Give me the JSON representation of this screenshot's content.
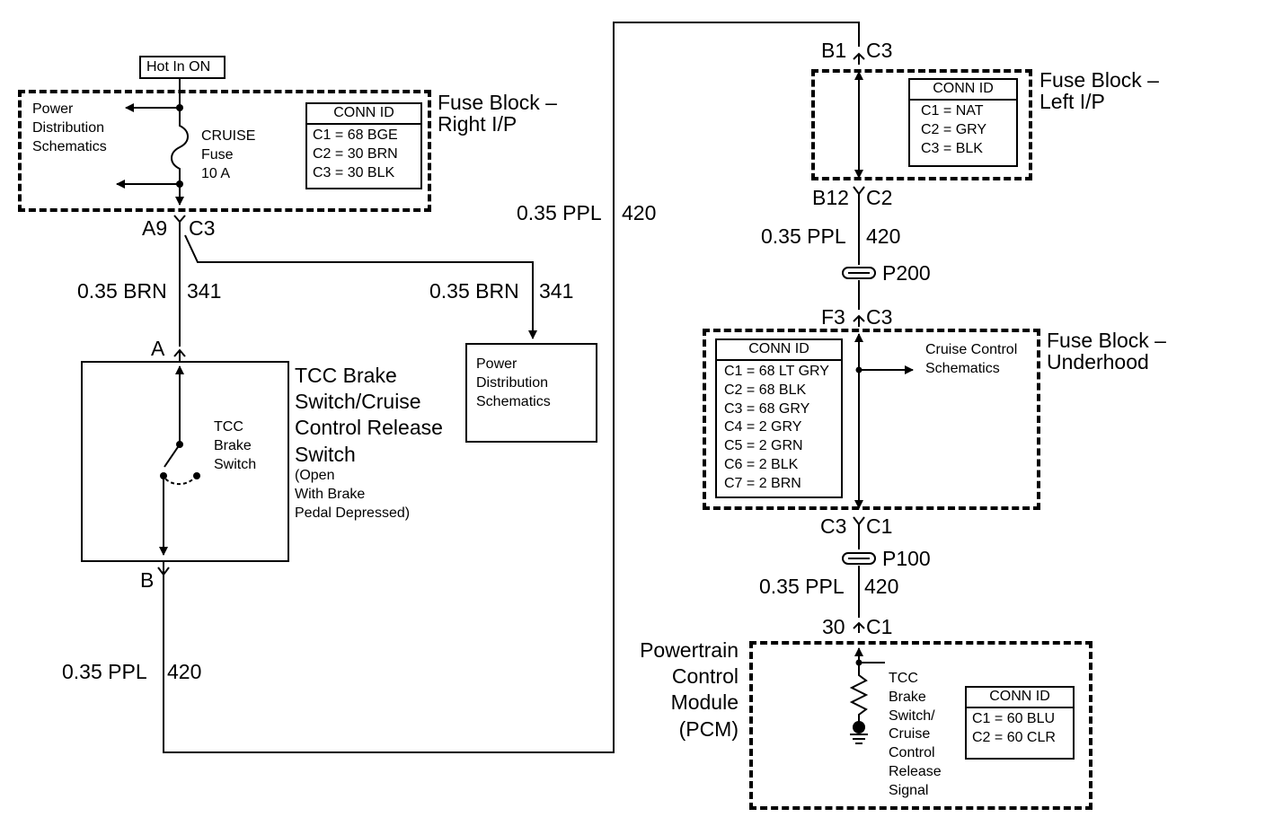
{
  "hot_label": "Hot In ON",
  "fuse_block_rip": {
    "title_line1": "Fuse Block –",
    "title_line2": "Right I/P",
    "pd_line1": "Power",
    "pd_line2": "Distribution",
    "pd_line3": "Schematics",
    "fuse_line1": "CRUISE",
    "fuse_line2": "Fuse",
    "fuse_line3": "10 A",
    "conn_title": "CONN ID",
    "conn_rows": [
      "C1 = 68 BGE",
      "C2 = 30 BRN",
      "C3 = 30 BLK"
    ]
  },
  "fuse_block_lip": {
    "title_line1": "Fuse Block –",
    "title_line2": "Left I/P",
    "conn_title": "CONN ID",
    "conn_rows": [
      "C1 = NAT",
      "C2 = GRY",
      "C3 = BLK"
    ]
  },
  "fuse_block_uh": {
    "title_line1": "Fuse Block –",
    "title_line2": "Underhood",
    "cruise_line1": "Cruise Control",
    "cruise_line2": "Schematics",
    "conn_title": "CONN ID",
    "conn_rows": [
      "C1 = 68 LT GRY",
      "C2 = 68 BLK",
      "C3 = 68 GRY",
      "C4 = 2 GRY",
      "C5 = 2 GRN",
      "C6 = 2 BLK",
      "C7 = 2 BRN"
    ]
  },
  "pcm": {
    "title_line1": "Powertrain",
    "title_line2": "Control",
    "title_line3": "Module",
    "title_line4": "(PCM)",
    "signal_lines": [
      "TCC",
      "Brake",
      "Switch/",
      "Cruise",
      "Control",
      "Release",
      "Signal"
    ],
    "conn_title": "CONN ID",
    "conn_rows": [
      "C1 = 60 BLU",
      "C2 = 60 CLR"
    ]
  },
  "tcc_switch": {
    "title_line1": "TCC Brake",
    "title_line2": "Switch/Cruise",
    "title_line3": "Control Release",
    "title_line4": "Switch",
    "note_line1": "(Open",
    "note_line2": "With Brake",
    "note_line3": "Pedal Depressed)",
    "inner_line1": "TCC",
    "inner_line2": "Brake",
    "inner_line3": "Switch",
    "pin_a": "A",
    "pin_b": "B"
  },
  "pd_box": {
    "line1": "Power",
    "line2": "Distribution",
    "line3": "Schematics"
  },
  "connectors": {
    "a9": "A9",
    "c3_a9": "C3",
    "b1": "B1",
    "c3_b1": "C3",
    "b12": "B12",
    "c2_b12": "C2",
    "f3": "F3",
    "c3_f3": "C3",
    "c3_low": "C3",
    "c1_low": "C1",
    "pin30": "30",
    "c1_pcm": "C1"
  },
  "splices": {
    "p200": "P200",
    "p100": "P100"
  },
  "wires": {
    "brn_left_gauge": "0.35 BRN",
    "brn_left_circuit": "341",
    "brn_mid_gauge": "0.35 BRN",
    "brn_mid_circuit": "341",
    "ppl_top_gauge": "0.35 PPL",
    "ppl_top_circuit": "420",
    "ppl_b12_gauge": "0.35 PPL",
    "ppl_b12_circuit": "420",
    "ppl_p100_gauge": "0.35 PPL",
    "ppl_p100_circuit": "420",
    "ppl_bottom_gauge": "0.35 PPL",
    "ppl_bottom_circuit": "420"
  }
}
